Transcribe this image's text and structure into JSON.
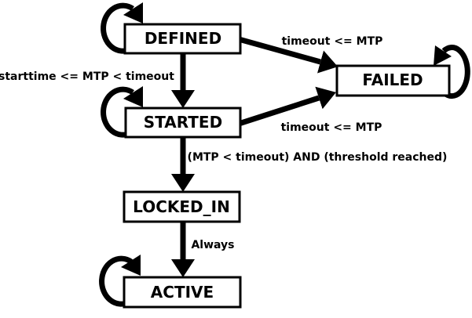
{
  "diagram": {
    "background_color": "#ffffff",
    "line_color": "#000000",
    "box_fill": "#ffffff",
    "states": [
      {
        "label": "DEFINED",
        "self_loop": true
      },
      {
        "label": "FAILED",
        "self_loop": true
      },
      {
        "label": "STARTED",
        "self_loop": true
      },
      {
        "label": "LOCKED_IN",
        "self_loop": false
      },
      {
        "label": "ACTIVE",
        "self_loop": true
      }
    ],
    "transitions": [
      {
        "from": "DEFINED",
        "to": "STARTED",
        "label": "starttime <= MTP < timeout"
      },
      {
        "from": "DEFINED",
        "to": "FAILED",
        "label": "timeout <= MTP"
      },
      {
        "from": "STARTED",
        "to": "FAILED",
        "label": "timeout <= MTP"
      },
      {
        "from": "STARTED",
        "to": "LOCKED_IN",
        "label": "(MTP < timeout) AND (threshold reached)"
      },
      {
        "from": "LOCKED_IN",
        "to": "ACTIVE",
        "label": "Always"
      }
    ]
  }
}
